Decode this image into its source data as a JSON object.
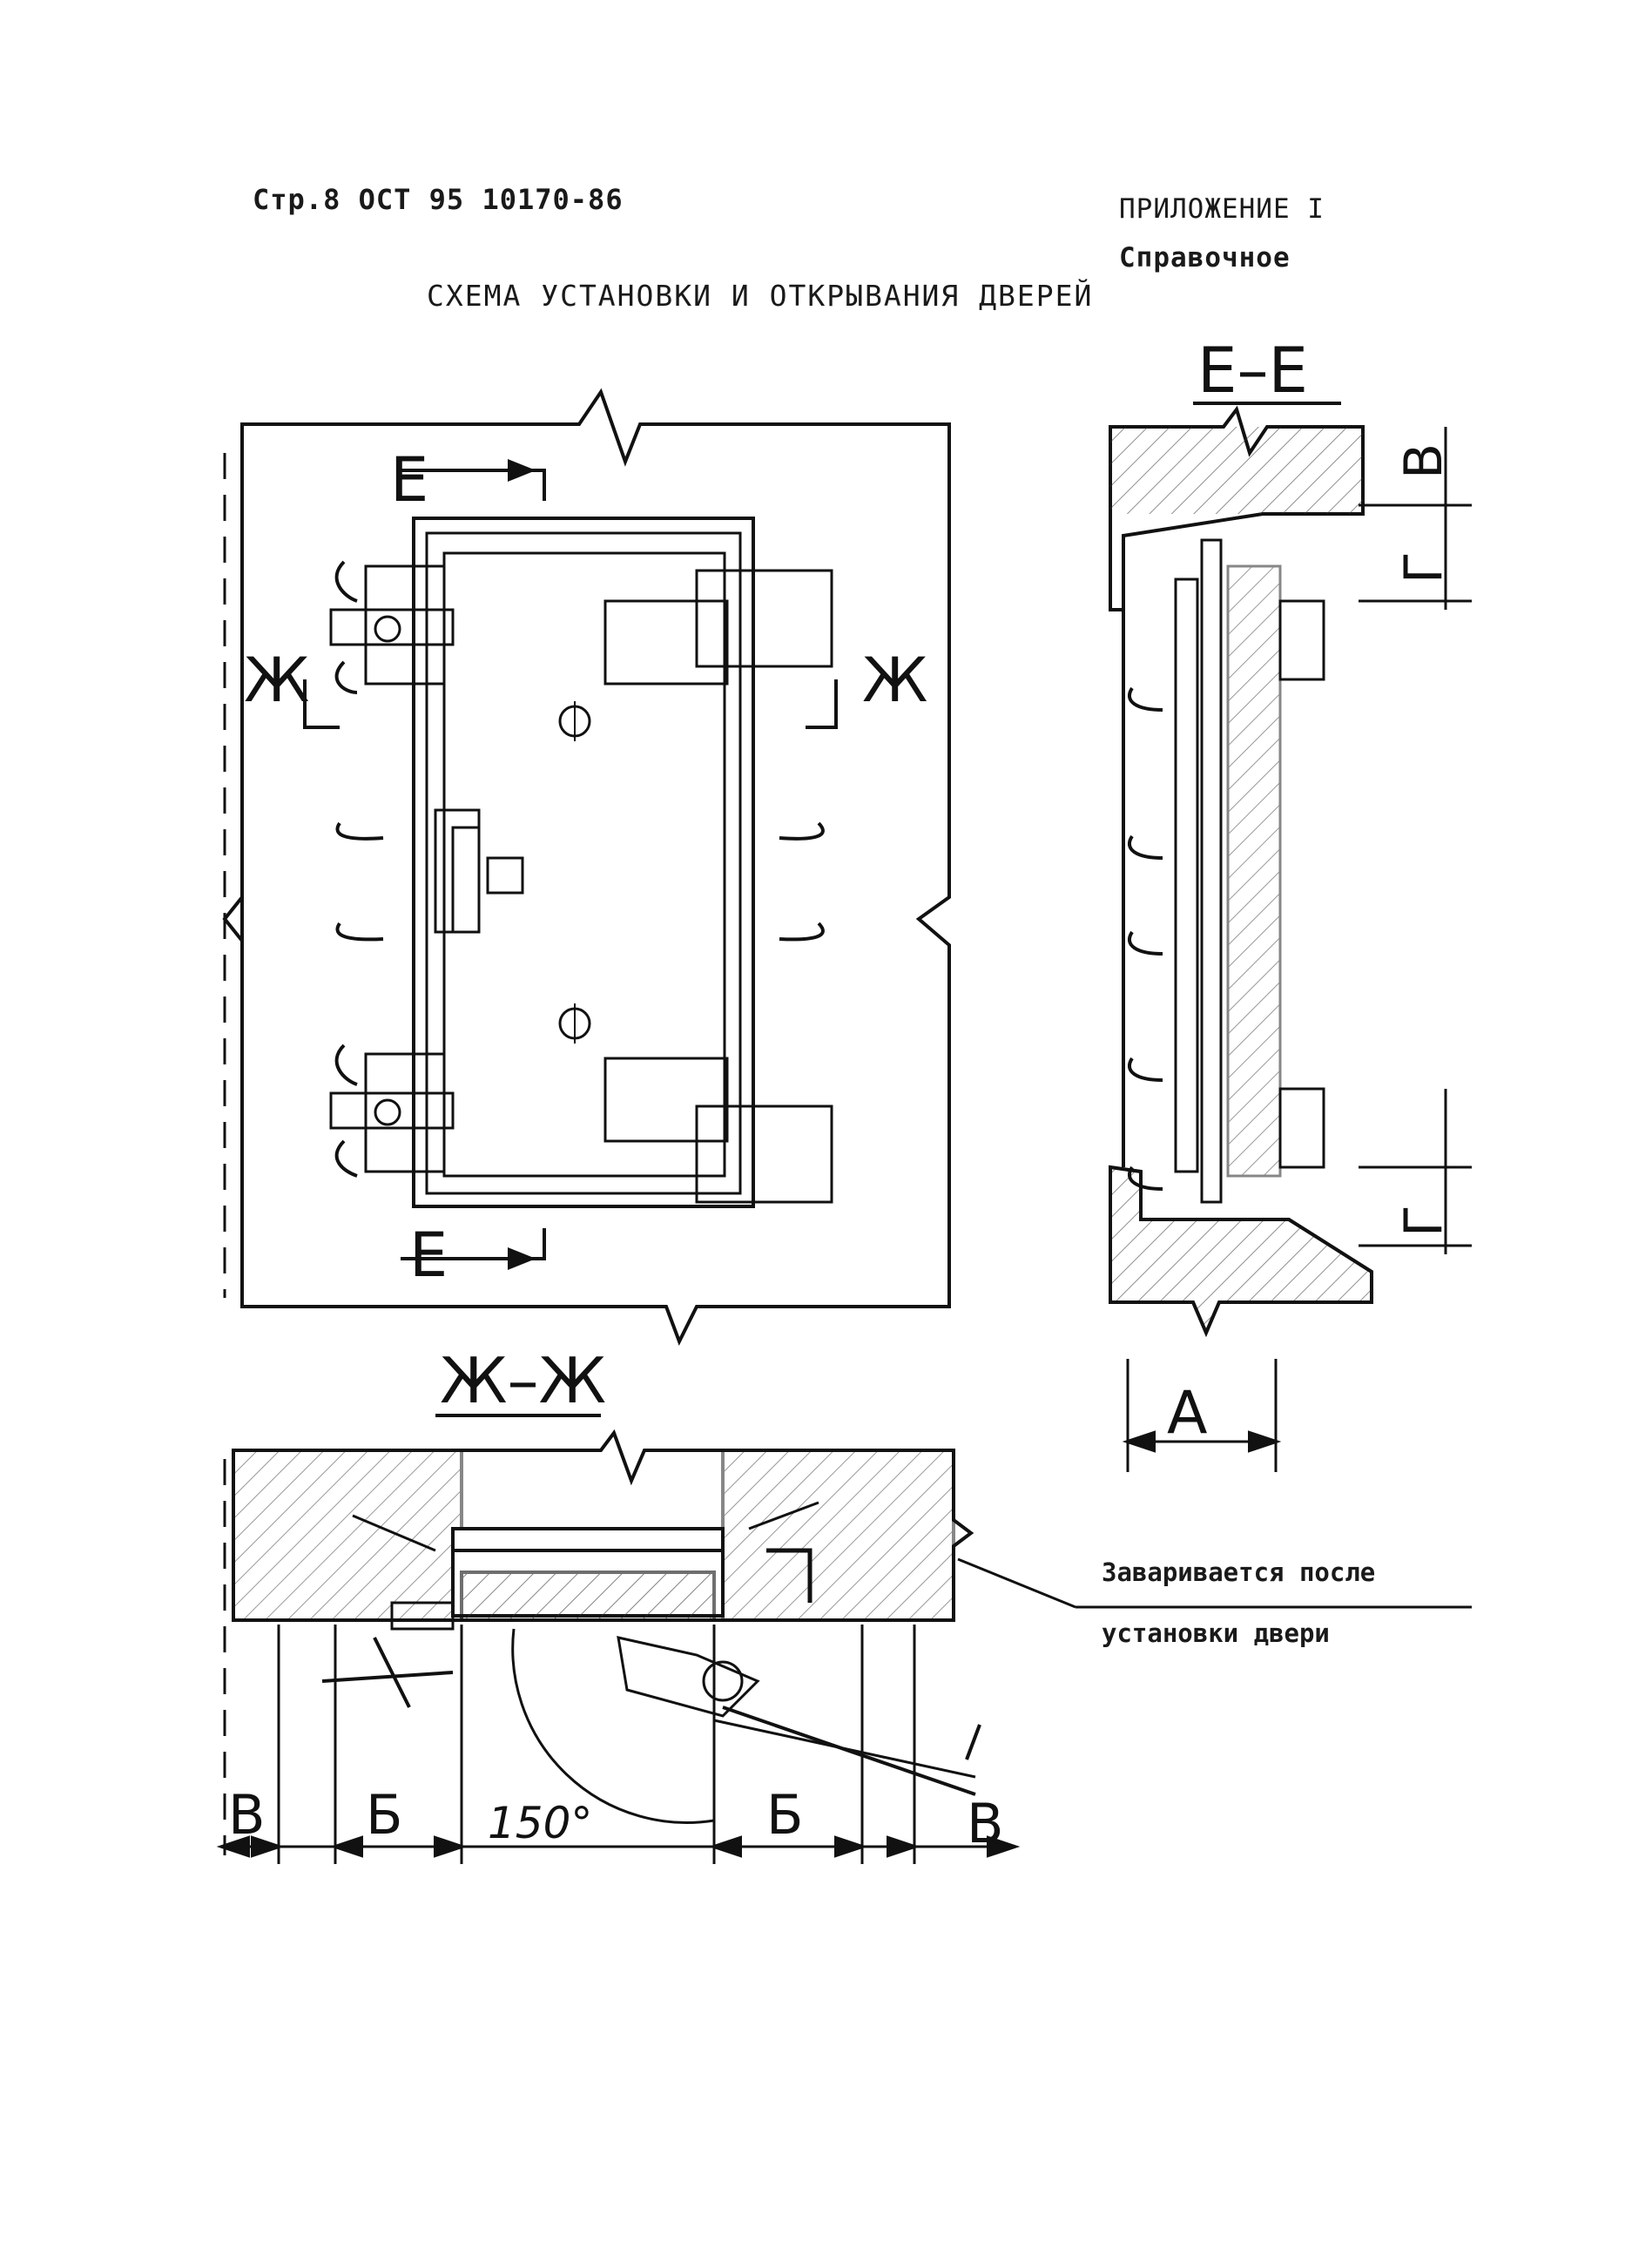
{
  "header": {
    "page_ref": "Стр.8   ОСТ 95 10170-86",
    "appendix": "ПРИЛОЖЕНИЕ I",
    "appendix_type": "Справочное",
    "title": "СХЕМА УСТАНОВКИ И ОТКРЫВАНИЯ ДВЕРЕЙ"
  },
  "section_labels": {
    "section_e": "Е–Е",
    "section_zh": "Ж–Ж",
    "cut_e": "Е",
    "cut_zh": "Ж"
  },
  "dimensions": {
    "a": "А",
    "b": "Б",
    "v": "В",
    "g": "Г",
    "angle": "150°"
  },
  "notes": {
    "weld_line1": "Заваривается после",
    "weld_line2": "установки двери"
  }
}
